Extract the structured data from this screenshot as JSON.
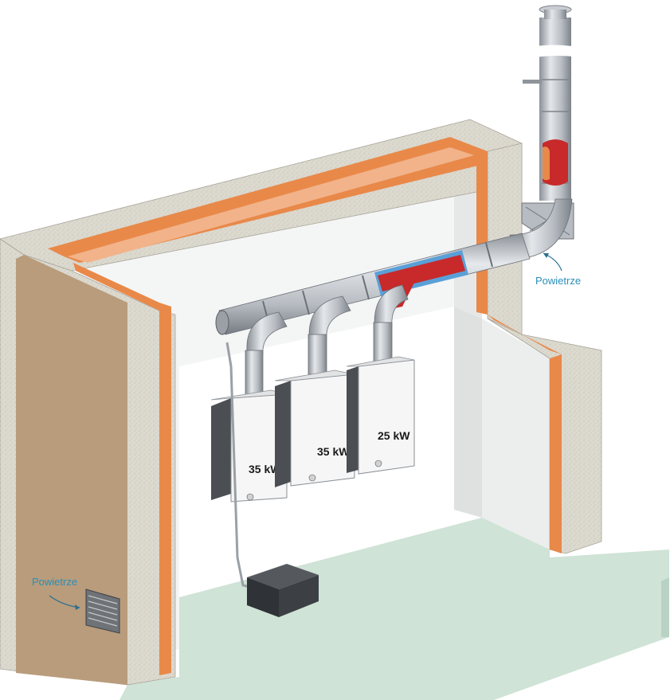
{
  "labels": {
    "air_left": "Powietrze",
    "air_right": "Powietrze"
  },
  "boilers": [
    {
      "power": "35 kW"
    },
    {
      "power": "35 kW"
    },
    {
      "power": "25 kW"
    }
  ],
  "colors": {
    "insulation": "#e8894a",
    "wall_concrete": "#d9d6cc",
    "wall_face": "#b89c7c",
    "floor": "#cfe3d6",
    "pipe": "#b7bcc2",
    "flue_hot": "#c8292a",
    "air_inlet": "#5aa0d8",
    "label_text": "#2a8fb8"
  }
}
